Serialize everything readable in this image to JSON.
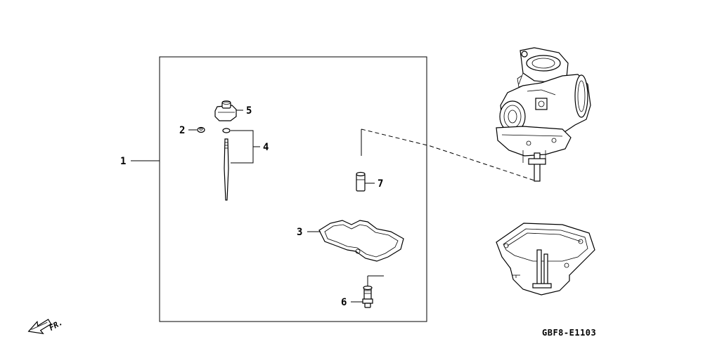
{
  "diagram": {
    "callouts": [
      {
        "id": "1",
        "label": "1"
      },
      {
        "id": "2",
        "label": "2"
      },
      {
        "id": "3",
        "label": "3"
      },
      {
        "id": "4",
        "label": "4"
      },
      {
        "id": "5",
        "label": "5"
      },
      {
        "id": "6",
        "label": "6"
      },
      {
        "id": "7",
        "label": "7"
      }
    ],
    "direction_indicator": "FR.",
    "diagram_code": "GBF8-E1103"
  }
}
